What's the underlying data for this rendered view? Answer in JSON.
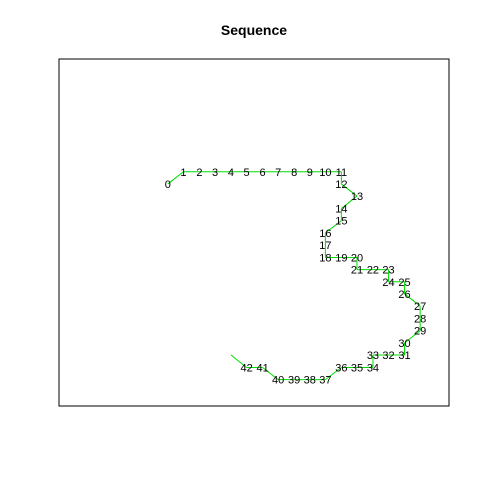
{
  "chart_data": {
    "type": "line",
    "title": "Sequence",
    "xlabel": "",
    "ylabel": "",
    "axes_shown": false,
    "grid": false,
    "box": true,
    "colors": {
      "line": "#00dd00",
      "text": "#000000",
      "box": "#000000"
    },
    "xlim": [
      0,
      100
    ],
    "ylim": [
      0,
      100
    ],
    "series": [
      {
        "points": [
          {
            "label": "0",
            "x": 27.9,
            "y": 64.0
          },
          {
            "label": "1",
            "x": 31.9,
            "y": 67.5
          },
          {
            "label": "2",
            "x": 36.0,
            "y": 67.5
          },
          {
            "label": "3",
            "x": 40.0,
            "y": 67.5
          },
          {
            "label": "4",
            "x": 44.1,
            "y": 67.5
          },
          {
            "label": "5",
            "x": 48.1,
            "y": 67.5
          },
          {
            "label": "6",
            "x": 52.2,
            "y": 67.5
          },
          {
            "label": "7",
            "x": 56.2,
            "y": 67.5
          },
          {
            "label": "8",
            "x": 60.3,
            "y": 67.5
          },
          {
            "label": "9",
            "x": 64.3,
            "y": 67.5
          },
          {
            "label": "10",
            "x": 68.3,
            "y": 67.5
          },
          {
            "label": "11",
            "x": 72.4,
            "y": 67.5
          },
          {
            "label": "12",
            "x": 72.4,
            "y": 64.0
          },
          {
            "label": "13",
            "x": 76.4,
            "y": 60.5
          },
          {
            "label": "14",
            "x": 72.4,
            "y": 56.9
          },
          {
            "label": "15",
            "x": 72.4,
            "y": 53.4
          },
          {
            "label": "16",
            "x": 68.3,
            "y": 49.9
          },
          {
            "label": "17",
            "x": 68.3,
            "y": 46.4
          },
          {
            "label": "18",
            "x": 68.3,
            "y": 42.8
          },
          {
            "label": "19",
            "x": 72.4,
            "y": 42.8
          },
          {
            "label": "20",
            "x": 76.4,
            "y": 42.8
          },
          {
            "label": "21",
            "x": 76.4,
            "y": 39.3
          },
          {
            "label": "22",
            "x": 80.5,
            "y": 39.3
          },
          {
            "label": "23",
            "x": 84.5,
            "y": 39.3
          },
          {
            "label": "24",
            "x": 84.5,
            "y": 35.8
          },
          {
            "label": "25",
            "x": 88.6,
            "y": 35.8
          },
          {
            "label": "26",
            "x": 88.6,
            "y": 32.3
          },
          {
            "label": "27",
            "x": 92.6,
            "y": 28.8
          },
          {
            "label": "28",
            "x": 92.6,
            "y": 25.2
          },
          {
            "label": "29",
            "x": 92.6,
            "y": 21.7
          },
          {
            "label": "30",
            "x": 88.6,
            "y": 18.2
          },
          {
            "label": "31",
            "x": 88.6,
            "y": 14.7
          },
          {
            "label": "32",
            "x": 84.5,
            "y": 14.7
          },
          {
            "label": "33",
            "x": 80.5,
            "y": 14.7
          },
          {
            "label": "34",
            "x": 80.5,
            "y": 11.1
          },
          {
            "label": "35",
            "x": 76.4,
            "y": 11.1
          },
          {
            "label": "36",
            "x": 72.4,
            "y": 11.1
          },
          {
            "label": "37",
            "x": 68.3,
            "y": 7.6
          },
          {
            "label": "38",
            "x": 64.3,
            "y": 7.6
          },
          {
            "label": "39",
            "x": 60.3,
            "y": 7.6
          },
          {
            "label": "40",
            "x": 56.2,
            "y": 7.6
          },
          {
            "label": "41",
            "x": 52.2,
            "y": 11.1
          },
          {
            "label": "42",
            "x": 48.1,
            "y": 11.1
          },
          {
            "label": "",
            "x": 44.1,
            "y": 14.7
          }
        ]
      }
    ]
  }
}
